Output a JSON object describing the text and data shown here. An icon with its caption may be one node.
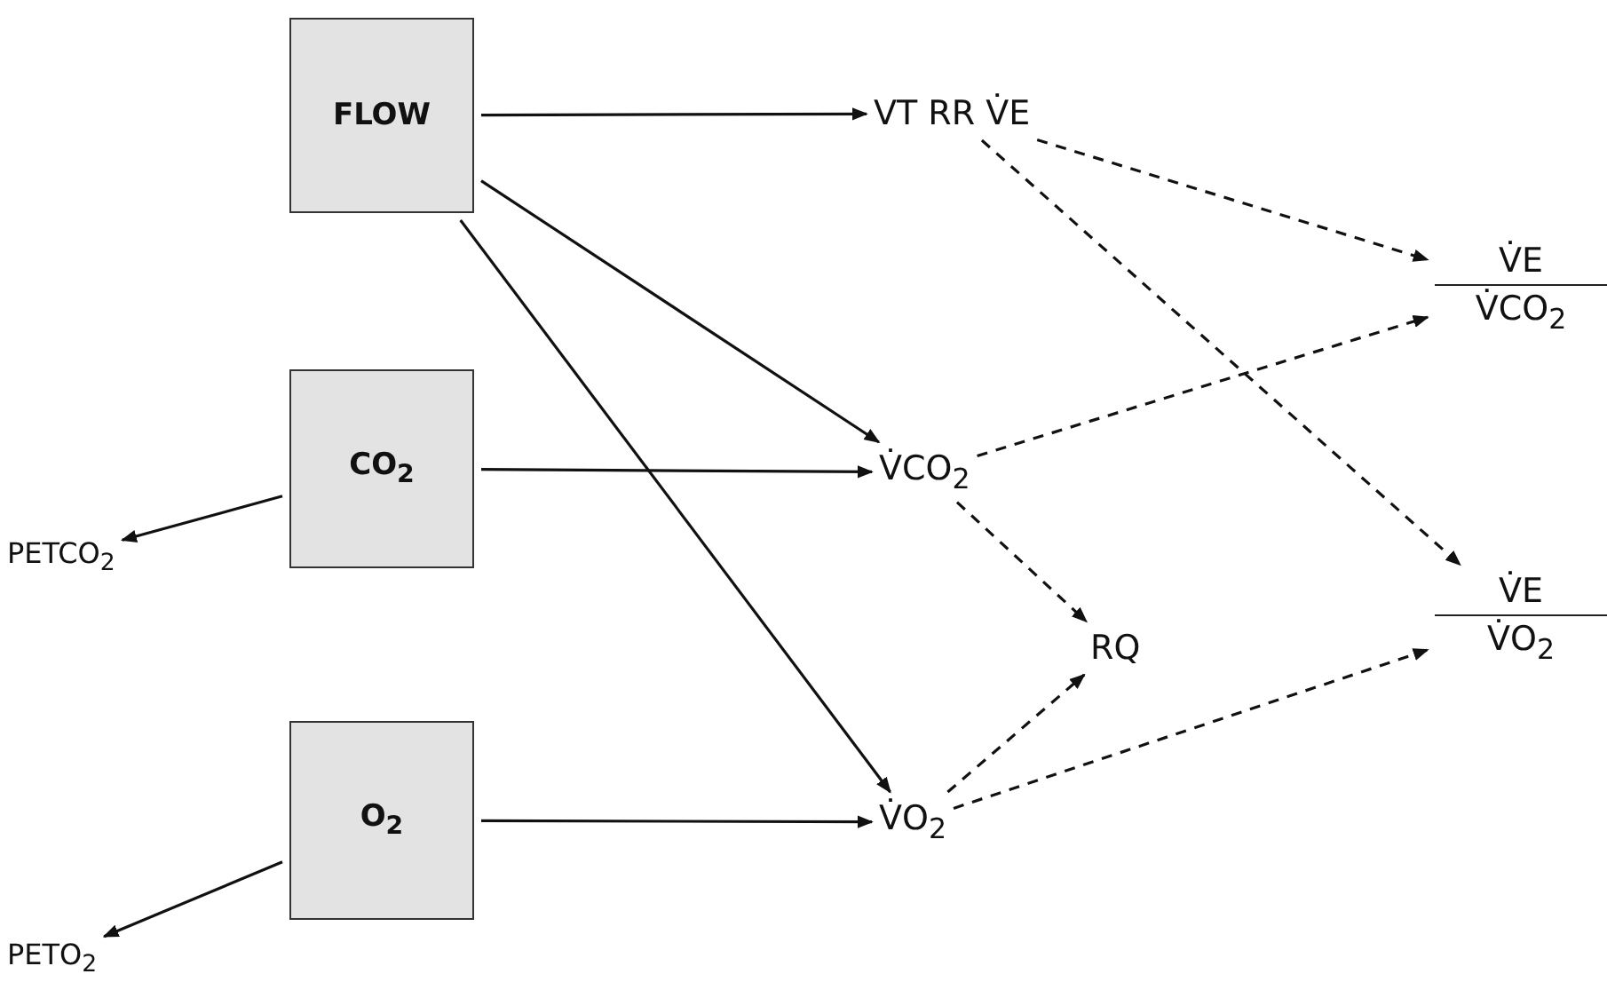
{
  "diagram": {
    "nodes": [
      {
        "text": [
          "FLOW"
        ]
      },
      {
        "text": [
          "CO$_{2}$"
        ]
      },
      {
        "text": [
          "O$_{2}$"
        ]
      },
      {
        "text": [
          "VT RR V̇E"
        ]
      },
      {
        "text": [
          "V̇CO$_{2}$"
        ]
      },
      {
        "text": [
          "V̇O$_{2}$"
        ]
      },
      {
        "text": [
          "RQ"
        ]
      },
      {
        "text": [
          "V̇E",
          "V̇CO$_{2}$"
        ]
      },
      {
        "text": [
          "V̇E",
          "V̇O$_{2}$"
        ]
      },
      {
        "text": [
          "PETCO$_{2}$"
        ]
      },
      {
        "text": [
          "PETO$_{2}$"
        ]
      }
    ],
    "edges": [
      {
        "from": 0,
        "to": 3,
        "arrow": "to"
      },
      {
        "from": 0,
        "to": 4,
        "arrow": "to"
      },
      {
        "from": 0,
        "to": 5,
        "arrow": "to"
      },
      {
        "from": 1,
        "to": 4,
        "arrow": "to"
      },
      {
        "from": 2,
        "to": 5,
        "arrow": "to"
      },
      {
        "from": 1,
        "to": 9,
        "arrow": "to"
      },
      {
        "from": 2,
        "to": 10,
        "arrow": "to"
      },
      {
        "from": 3,
        "to": 7,
        "arrow": "to",
        "style": "dashed"
      },
      {
        "from": 3,
        "to": 8,
        "arrow": "to",
        "style": "dashed"
      },
      {
        "from": 4,
        "to": 7,
        "arrow": "to",
        "style": "dashed"
      },
      {
        "from": 4,
        "to": 6,
        "arrow": "to",
        "style": "dashed"
      },
      {
        "from": 5,
        "to": 6,
        "arrow": "to",
        "style": "dashed"
      },
      {
        "from": 5,
        "to": 8,
        "arrow": "to",
        "style": "dashed"
      }
    ]
  }
}
